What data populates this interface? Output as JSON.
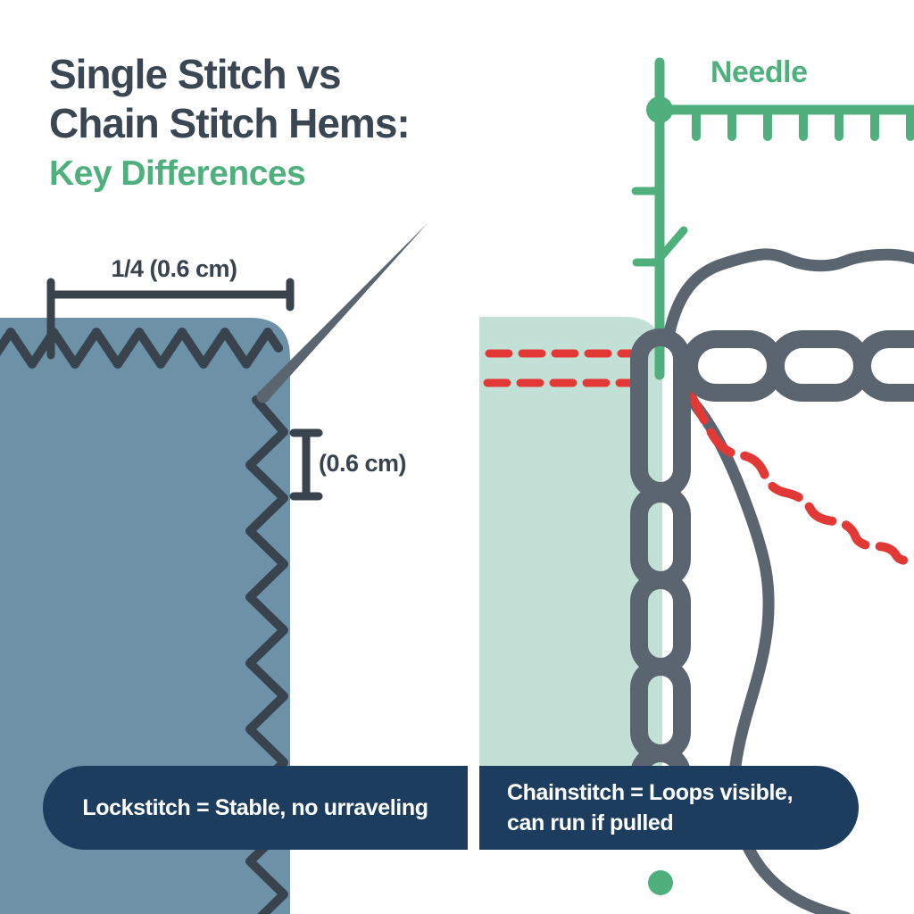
{
  "title": {
    "line1": "Single Stitch vs",
    "line2": "Chain Stitch Hems:",
    "highlight": "Key Differences"
  },
  "diagram_labels": {
    "needle": "Needle",
    "hem_allowance": "1/4 (0.6 cm)",
    "stitch_spacing": "(0.6 cm)"
  },
  "callouts": {
    "lockstitch": "Lockstitch = Stable, no urraveling",
    "chainstitch_line1": "Chainstitch = Loops visible,",
    "chainstitch_line2": "can run if pulled"
  },
  "colors": {
    "title_dark": "#3b4653",
    "accent_green": "#4fb07e",
    "fabric_blue": "#6d92a8",
    "fabric_mint": "#c3e0d7",
    "thread_gray": "#5b6570",
    "stitch_dark": "#39434e",
    "banner_navy": "#1d3d5f",
    "thread_red": "#e33936",
    "callout_text": "#ffffff"
  }
}
